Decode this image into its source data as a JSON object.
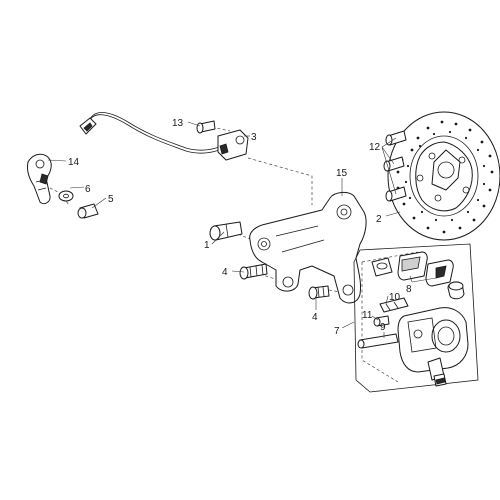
{
  "diagram": {
    "callouts": {
      "c1": "1",
      "c2": "2",
      "c3": "3",
      "c4a": "4",
      "c4b": "4",
      "c5": "5",
      "c6": "6",
      "c7": "7",
      "c8": "8",
      "c9": "9",
      "c10": "10",
      "c11": "11",
      "c12": "12",
      "c13": "13",
      "c14": "14",
      "c15": "15"
    }
  }
}
